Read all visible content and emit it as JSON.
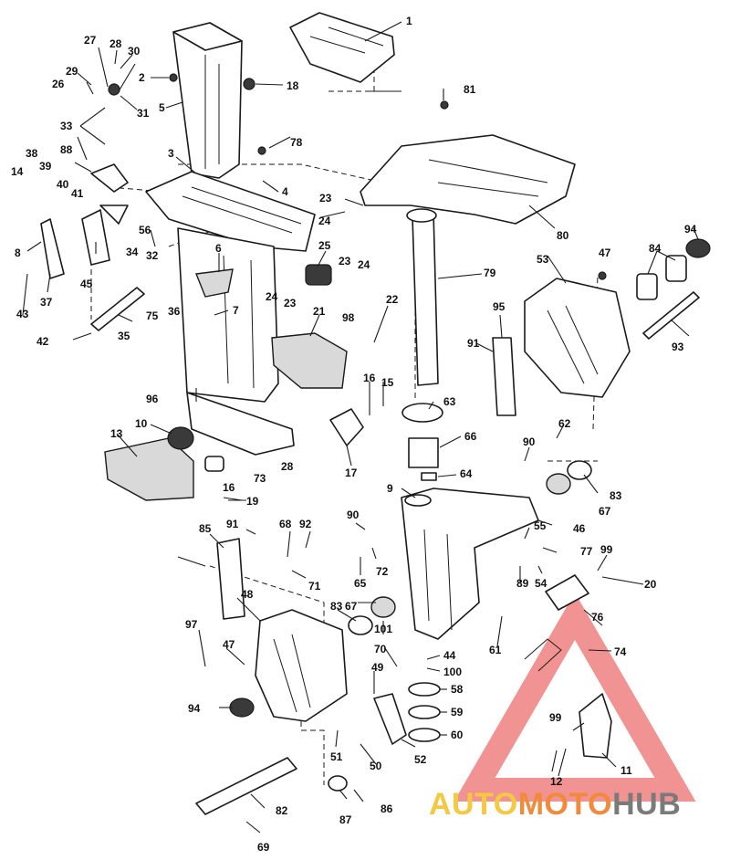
{
  "callouts": [
    {
      "n": "1"
    },
    {
      "n": "2"
    },
    {
      "n": "3"
    },
    {
      "n": "4"
    },
    {
      "n": "5"
    },
    {
      "n": "6"
    },
    {
      "n": "7"
    },
    {
      "n": "8"
    },
    {
      "n": "9"
    },
    {
      "n": "10"
    },
    {
      "n": "11"
    },
    {
      "n": "12"
    },
    {
      "n": "13"
    },
    {
      "n": "14"
    },
    {
      "n": "15"
    },
    {
      "n": "16"
    },
    {
      "n": "16"
    },
    {
      "n": "17"
    },
    {
      "n": "18"
    },
    {
      "n": "19"
    },
    {
      "n": "20"
    },
    {
      "n": "21"
    },
    {
      "n": "22"
    },
    {
      "n": "23"
    },
    {
      "n": "23"
    },
    {
      "n": "23"
    },
    {
      "n": "24"
    },
    {
      "n": "24"
    },
    {
      "n": "24"
    },
    {
      "n": "25"
    },
    {
      "n": "26"
    },
    {
      "n": "27"
    },
    {
      "n": "28"
    },
    {
      "n": "28"
    },
    {
      "n": "29"
    },
    {
      "n": "30"
    },
    {
      "n": "31"
    },
    {
      "n": "32"
    },
    {
      "n": "33"
    },
    {
      "n": "34"
    },
    {
      "n": "35"
    },
    {
      "n": "36"
    },
    {
      "n": "37"
    },
    {
      "n": "38"
    },
    {
      "n": "39"
    },
    {
      "n": "40"
    },
    {
      "n": "41"
    },
    {
      "n": "42"
    },
    {
      "n": "43"
    },
    {
      "n": "44"
    },
    {
      "n": "45"
    },
    {
      "n": "46"
    },
    {
      "n": "47"
    },
    {
      "n": "47"
    },
    {
      "n": "48"
    },
    {
      "n": "49"
    },
    {
      "n": "50"
    },
    {
      "n": "51"
    },
    {
      "n": "52"
    },
    {
      "n": "53"
    },
    {
      "n": "54"
    },
    {
      "n": "55"
    },
    {
      "n": "56"
    },
    {
      "n": "58"
    },
    {
      "n": "59"
    },
    {
      "n": "60"
    },
    {
      "n": "61"
    },
    {
      "n": "62"
    },
    {
      "n": "63"
    },
    {
      "n": "64"
    },
    {
      "n": "65"
    },
    {
      "n": "66"
    },
    {
      "n": "67"
    },
    {
      "n": "67"
    },
    {
      "n": "68"
    },
    {
      "n": "69"
    },
    {
      "n": "70"
    },
    {
      "n": "71"
    },
    {
      "n": "72"
    },
    {
      "n": "73"
    },
    {
      "n": "74"
    },
    {
      "n": "75"
    },
    {
      "n": "76"
    },
    {
      "n": "77"
    },
    {
      "n": "78"
    },
    {
      "n": "79"
    },
    {
      "n": "80"
    },
    {
      "n": "81"
    },
    {
      "n": "82"
    },
    {
      "n": "83"
    },
    {
      "n": "83"
    },
    {
      "n": "84"
    },
    {
      "n": "85"
    },
    {
      "n": "86"
    },
    {
      "n": "87"
    },
    {
      "n": "88"
    },
    {
      "n": "89"
    },
    {
      "n": "90"
    },
    {
      "n": "90"
    },
    {
      "n": "91"
    },
    {
      "n": "91"
    },
    {
      "n": "92"
    },
    {
      "n": "93"
    },
    {
      "n": "94"
    },
    {
      "n": "94"
    },
    {
      "n": "95"
    },
    {
      "n": "96"
    },
    {
      "n": "97"
    },
    {
      "n": "98"
    },
    {
      "n": "99"
    },
    {
      "n": "99"
    },
    {
      "n": "100"
    },
    {
      "n": "101"
    }
  ],
  "watermark": {
    "part_auto": "AUTO",
    "part_moto": "MOTO",
    "part_hub": "HUB",
    "color_auto": "#f5c842",
    "color_moto": "#f08a3c",
    "color_hub": "#7a7a7a",
    "triangle_color": "#e83a3a"
  }
}
